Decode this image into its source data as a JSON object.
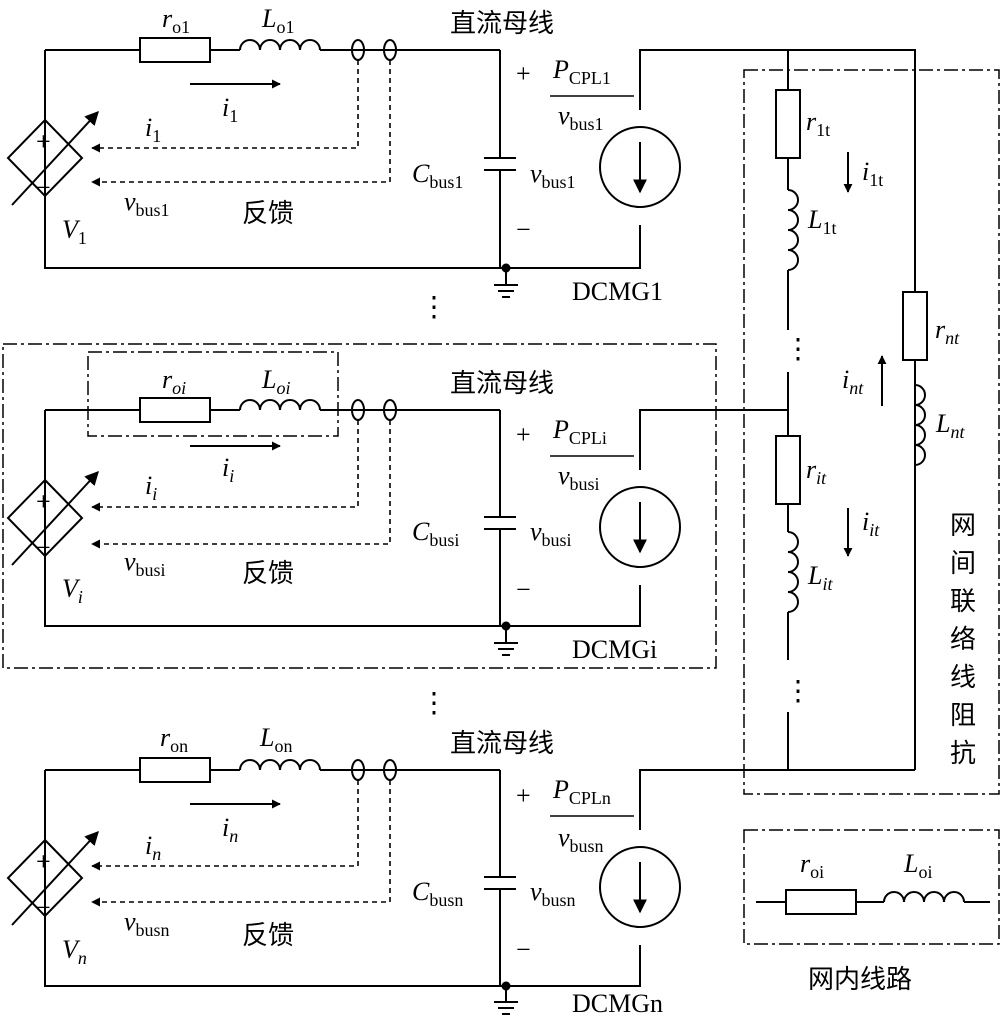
{
  "title_bus": "直流母线",
  "feedback": "反馈",
  "grid1": {
    "r": "r",
    "r_sub": "o1",
    "L": "L",
    "L_sub": "o1",
    "i": "i",
    "i_sub": "1",
    "vbus": "v",
    "vbus_sub": "bus1",
    "V": "V",
    "V_sub": "1",
    "C": "C",
    "C_sub": "bus1",
    "P": "P",
    "P_sub": "CPL1",
    "label": "DCMG1"
  },
  "gridi": {
    "r": "r",
    "r_sub": "oi",
    "L": "L",
    "L_sub": "oi",
    "i": "i",
    "i_sub": "i",
    "vbus": "v",
    "vbus_sub": "busi",
    "V": "V",
    "V_sub": "i",
    "C": "C",
    "C_sub": "busi",
    "P": "P",
    "P_sub": "CPLi",
    "label": "DCMGi"
  },
  "gridn": {
    "r": "r",
    "r_sub": "on",
    "L": "L",
    "L_sub": "on",
    "i": "i",
    "i_sub": "n",
    "vbus": "v",
    "vbus_sub": "busn",
    "V": "V",
    "V_sub": "n",
    "C": "C",
    "C_sub": "busn",
    "P": "P",
    "P_sub": "CPLn",
    "label": "DCMGn"
  },
  "tie": {
    "r1": "r",
    "r1_sub": "1t",
    "i1": "i",
    "i1_sub": "1t",
    "L1": "L",
    "L1_sub": "1t",
    "ri": "r",
    "ri_sub": "it",
    "ii": "i",
    "ii_sub": "it",
    "Li": "L",
    "Li_sub": "it",
    "rn": "r",
    "rn_sub": "nt",
    "in": "i",
    "in_sub": "nt",
    "Ln": "L",
    "Ln_sub": "nt",
    "caption": [
      "网",
      "间",
      "联",
      "络",
      "线",
      "阻",
      "抗"
    ]
  },
  "legend": {
    "r": "r",
    "r_sub": "oi",
    "L": "L",
    "L_sub": "oi",
    "caption": "网内线路"
  },
  "symbols": {
    "plus": "+",
    "minus": "−",
    "dots": "⋮"
  }
}
